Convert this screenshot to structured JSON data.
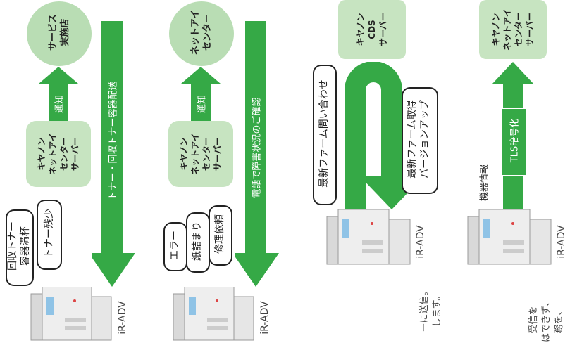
{
  "panel1": {
    "circle": "サービス\n実施店",
    "center_box": "キヤノン\nネットアイ\nセンター\nサーバー",
    "notify": "通知",
    "long_bar": "トナー・回収トナー容器配送",
    "bubble_a": "回収トナー\n容器満杯",
    "bubble_b": "トナー残少",
    "device": "iR-ADV"
  },
  "panel2": {
    "circle": "ネットアイ\nセンター",
    "center_box": "キヤノン\nネットアイ\nセンター\nサーバー",
    "notify": "通知",
    "long_bar": "電話で障害状況のご確認",
    "bubble_a": "エラー",
    "bubble_b": "紙詰まり",
    "bubble_c": "修理依頼",
    "device": "iR-ADV"
  },
  "panel3": {
    "box": "キヤノン\nCDS\nサーバー",
    "bubble_a": "最新ファーム問い合わせ",
    "bubble_b": "最新ファーム取得\nバージョンアップ",
    "device": "iR-ADV",
    "caption": "ーに送信。\nします。"
  },
  "panel4": {
    "box": "キヤノン\nネットアイ\nセンター\nサーバー",
    "tls": "TLS暗号化",
    "info": "機器情報",
    "device": "iR-ADV",
    "caption": "受信を\nはできず、\n務を、"
  },
  "colors": {
    "arrow": "#35a946",
    "circle": "#b9ddb4",
    "box": "#c7e4c1"
  },
  "icons": [
    "copier-icon",
    "arrow-up-icon",
    "arrow-down-icon",
    "u-turn-arrow-icon"
  ]
}
